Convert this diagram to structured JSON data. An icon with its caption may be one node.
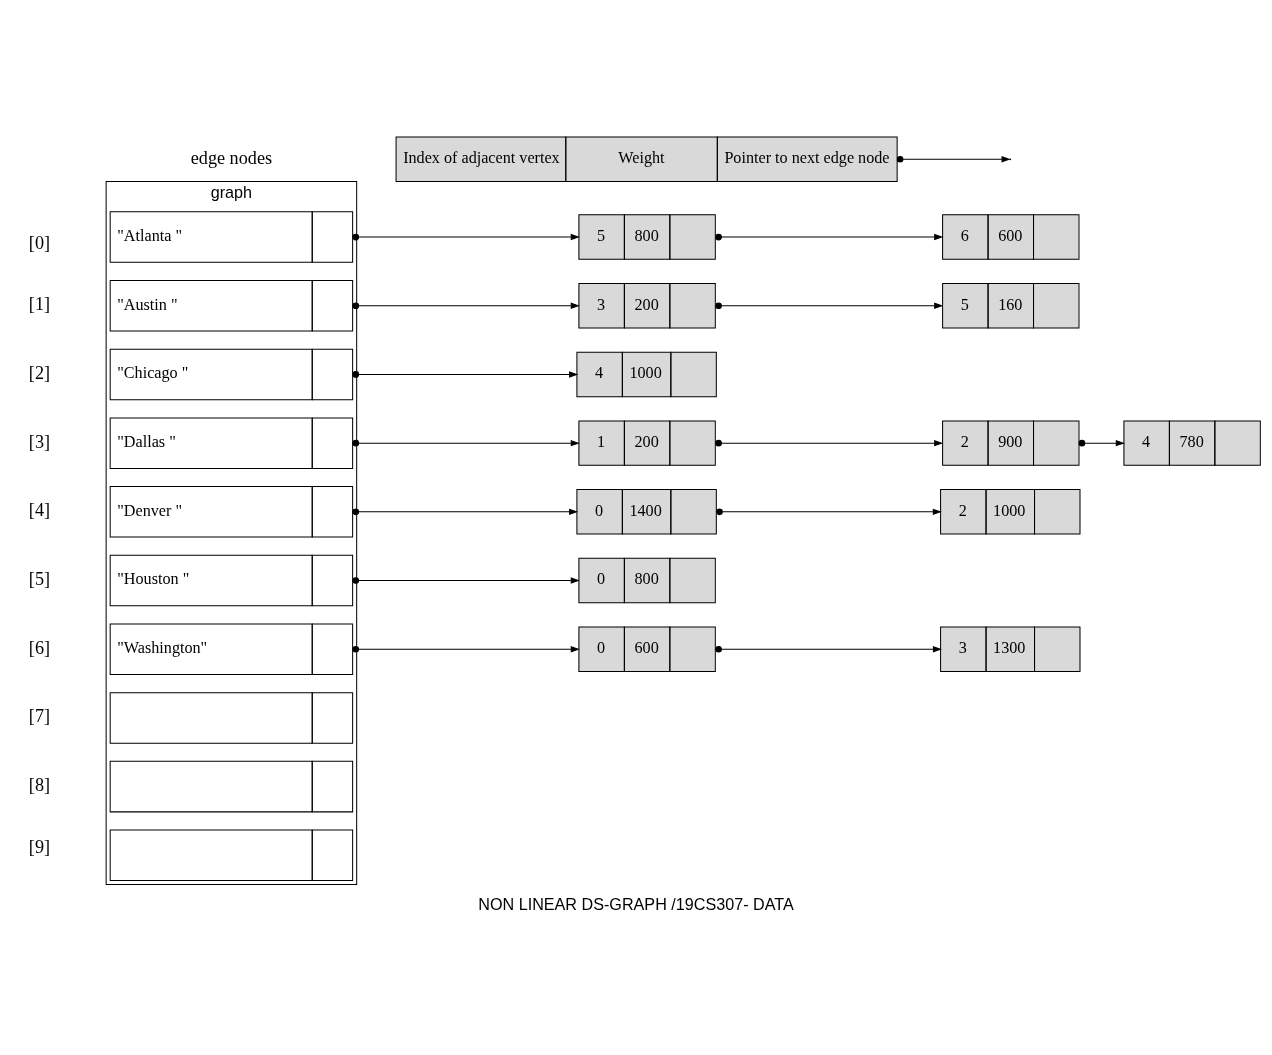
{
  "diagram": {
    "caption": "NON LINEAR DS-GRAPH /19CS307- DATA",
    "nodes": [
      {
        "text": [
          "Index of adjacent vertex",
          "Weight",
          "Pointer to next edge node"
        ]
      },
      {
        "text": [
          "graph"
        ]
      },
      {
        "text": [
          "\"Atlanta \""
        ],
        "in": 1
      },
      {
        "text": [
          "\"Austin \""
        ],
        "in": 1
      },
      {
        "text": [
          "\"Chicago \""
        ],
        "in": 1
      },
      {
        "text": [
          "\"Dallas \""
        ],
        "in": 1
      },
      {
        "text": [
          "\"Denver \""
        ],
        "in": 1
      },
      {
        "text": [
          "\"Houston \""
        ],
        "in": 1
      },
      {
        "text": [
          "\"Washington\""
        ],
        "in": 1
      },
      {
        "text": [],
        "shape": "box",
        "in": 1
      },
      {
        "text": [],
        "shape": "box",
        "in": 1
      },
      {
        "text": [],
        "shape": "box",
        "in": 1
      },
      {
        "text": [
          "5",
          "800"
        ]
      },
      {
        "text": [
          "6",
          "600"
        ]
      },
      {
        "text": [
          "3",
          "200"
        ]
      },
      {
        "text": [
          "5",
          "160"
        ]
      },
      {
        "text": [
          "4",
          "1000"
        ]
      },
      {
        "text": [
          "1",
          "200"
        ]
      },
      {
        "text": [
          "2",
          "900"
        ]
      },
      {
        "text": [
          "4",
          "780"
        ]
      },
      {
        "text": [
          "0",
          "1400"
        ]
      },
      {
        "text": [
          "2",
          "1000"
        ]
      },
      {
        "text": [
          "0",
          "800"
        ]
      },
      {
        "text": [
          "0",
          "600"
        ]
      },
      {
        "text": [
          "3",
          "1300"
        ]
      }
    ],
    "edges": [
      {
        "from": 0,
        "to": null,
        "arrow": "to"
      },
      {
        "from": 2,
        "to": 12,
        "arrow": "to"
      },
      {
        "from": 12,
        "to": 13,
        "arrow": "to"
      },
      {
        "from": 3,
        "to": 14,
        "arrow": "to"
      },
      {
        "from": 14,
        "to": 15,
        "arrow": "to"
      },
      {
        "from": 4,
        "to": 16,
        "arrow": "to"
      },
      {
        "from": 5,
        "to": 17,
        "arrow": "to"
      },
      {
        "from": 17,
        "to": 18,
        "arrow": "to"
      },
      {
        "from": 18,
        "to": 19,
        "arrow": "to"
      },
      {
        "from": 6,
        "to": 20,
        "arrow": "to"
      },
      {
        "from": 20,
        "to": 21,
        "arrow": "to"
      },
      {
        "from": 7,
        "to": 22,
        "arrow": "to"
      },
      {
        "from": 8,
        "to": 23,
        "arrow": "to"
      },
      {
        "from": 23,
        "to": 24,
        "arrow": "to"
      }
    ],
    "labels": [
      "edge nodes",
      "[0]",
      "[1]",
      "[2]",
      "[3]",
      "[4]",
      "[5]",
      "[6]",
      "[7]",
      "[8]",
      "[9]"
    ]
  }
}
